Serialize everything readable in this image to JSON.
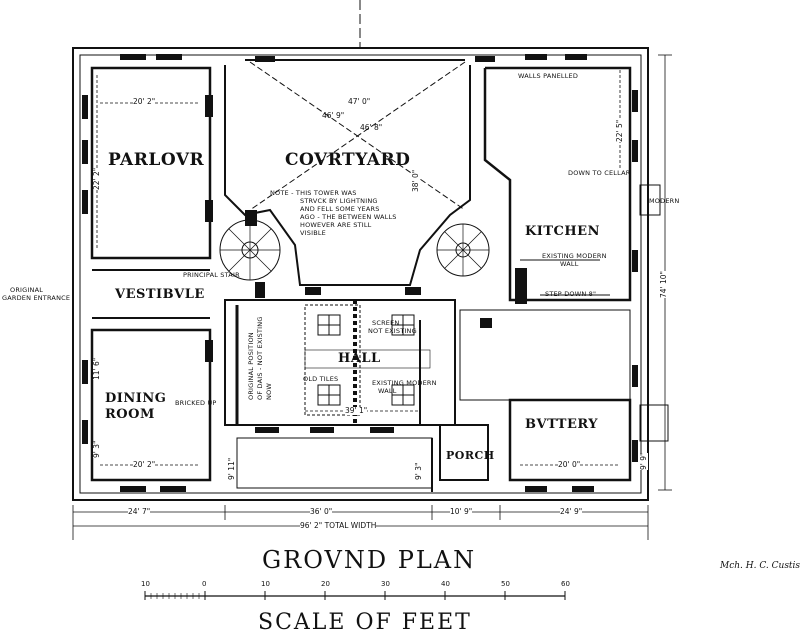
{
  "title": "GROVND PLAN",
  "scale_title": "SCALE OF FEET",
  "signature": "Mch. H. C. Custis",
  "rooms": {
    "parlour": "PARLOVR",
    "courtyard": "COVRTYARD",
    "kitchen": "KITCHEN",
    "vestibule": "VESTIBVLE",
    "hall": "HALL",
    "dining": "DINING",
    "dining2": "ROOM",
    "buttery": "BVTTERY",
    "porch": "PORCH"
  },
  "notes": {
    "tower_1": "NOTE - THIS TOWER WAS",
    "tower_2": "STRVCK BY LIGHTNING",
    "tower_3": "AND FELL SOME YEARS",
    "tower_4": "AGO - THE BETWEEN WALLS",
    "tower_5": "HOWEVER ARE STILL",
    "tower_6": "VISIBLE",
    "walls_panelled": "WALLS PANELLED",
    "down_cellar": "DOWN TO CELLAR",
    "modern": "MODERN",
    "existing_wall_1": "EXISTING MODERN",
    "existing_wall_2": "WALL",
    "step_down": "STEP DOWN 8\"",
    "principal_stair": "PRINCIPAL STAIR",
    "garden_1": "ORIGINAL",
    "garden_2": "GARDEN ENTRANCE",
    "screen_1": "SCREEN",
    "screen_2": "NOT EXISTING",
    "old_tiles": "OLD TILES",
    "existing_hall_1": "EXISTING MODERN",
    "existing_hall_2": "WALL",
    "bricked_up": "BRICKED UP",
    "dais_1": "ORIGINAL POSITION",
    "dais_2": "OF DAIS - NOT EXISTING",
    "dais_3": "NOW"
  },
  "dimensions": {
    "parlour_w": "20' 2\"",
    "parlour_h": "22' 2\"",
    "courtyard_w": "47' 0\"",
    "courtyard_h": "38' 0\"",
    "diag_1": "46' 9\"",
    "diag_2": "46' 8\"",
    "kitchen_h": "22' 5\"",
    "overall_h": "74' 10\"",
    "hall_w": "39' 1\"",
    "dining_h": "11' 6\"",
    "dining_h2": "9' 3\"",
    "dining_w": "20' 2\"",
    "wing_d": "9' 11\"",
    "porch_d": "9' 3\"",
    "buttery_w": "20' 0\"",
    "buttery_d": "9' 9\"",
    "seg_1": "24' 7\"",
    "seg_2": "36' 0\"",
    "seg_3": "10' 9\"",
    "seg_4": "24' 9\"",
    "total": "96' 2\" TOTAL WIDTH"
  },
  "scale_ticks": [
    "10",
    "0",
    "10",
    "20",
    "30",
    "40",
    "50",
    "60"
  ]
}
